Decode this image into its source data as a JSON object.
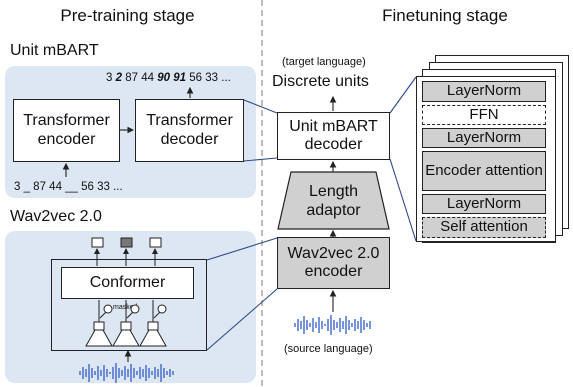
{
  "headers": {
    "pretraining": "Pre-training stage",
    "finetuning": "Finetuning stage"
  },
  "unit_mbart": {
    "section_title": "Unit mBART",
    "output_tokens": [
      "3",
      "2",
      "87",
      "44",
      "90",
      "91",
      "56",
      "33",
      "..."
    ],
    "output_tokens_bold_italic": [
      false,
      true,
      false,
      false,
      true,
      true,
      false,
      false,
      false
    ],
    "input_tokens": "3 _ 87 44 __ 56 33 ...",
    "encoder_label": "Transformer encoder",
    "decoder_label": "Transformer decoder"
  },
  "wav2vec": {
    "section_title": "Wav2vec 2.0",
    "conformer_label": "Conformer",
    "masked_label": "masked"
  },
  "finetune": {
    "target_language": "(target language)",
    "discrete_units": "Discrete units",
    "unit_decoder": "Unit mBART decoder",
    "length_adaptor": "Length adaptor",
    "wav2vec_encoder": "Wav2vec 2.0 encoder",
    "source_language": "(source language)"
  },
  "decoder_layers": [
    {
      "label": "LayerNorm",
      "style": "gray"
    },
    {
      "label": "FFN",
      "style": "white"
    },
    {
      "label": "LayerNorm",
      "style": "gray"
    },
    {
      "label": "Encoder attention",
      "style": "gray"
    },
    {
      "label": "LayerNorm",
      "style": "gray"
    },
    {
      "label": "Self attention",
      "style": "gray-dashed"
    }
  ],
  "colors": {
    "panel": "#dde6f3",
    "gray_box": "#d0d0d0",
    "divider": "#999999",
    "waveform": "#3f66cc",
    "connector": "#2c4a8a"
  }
}
